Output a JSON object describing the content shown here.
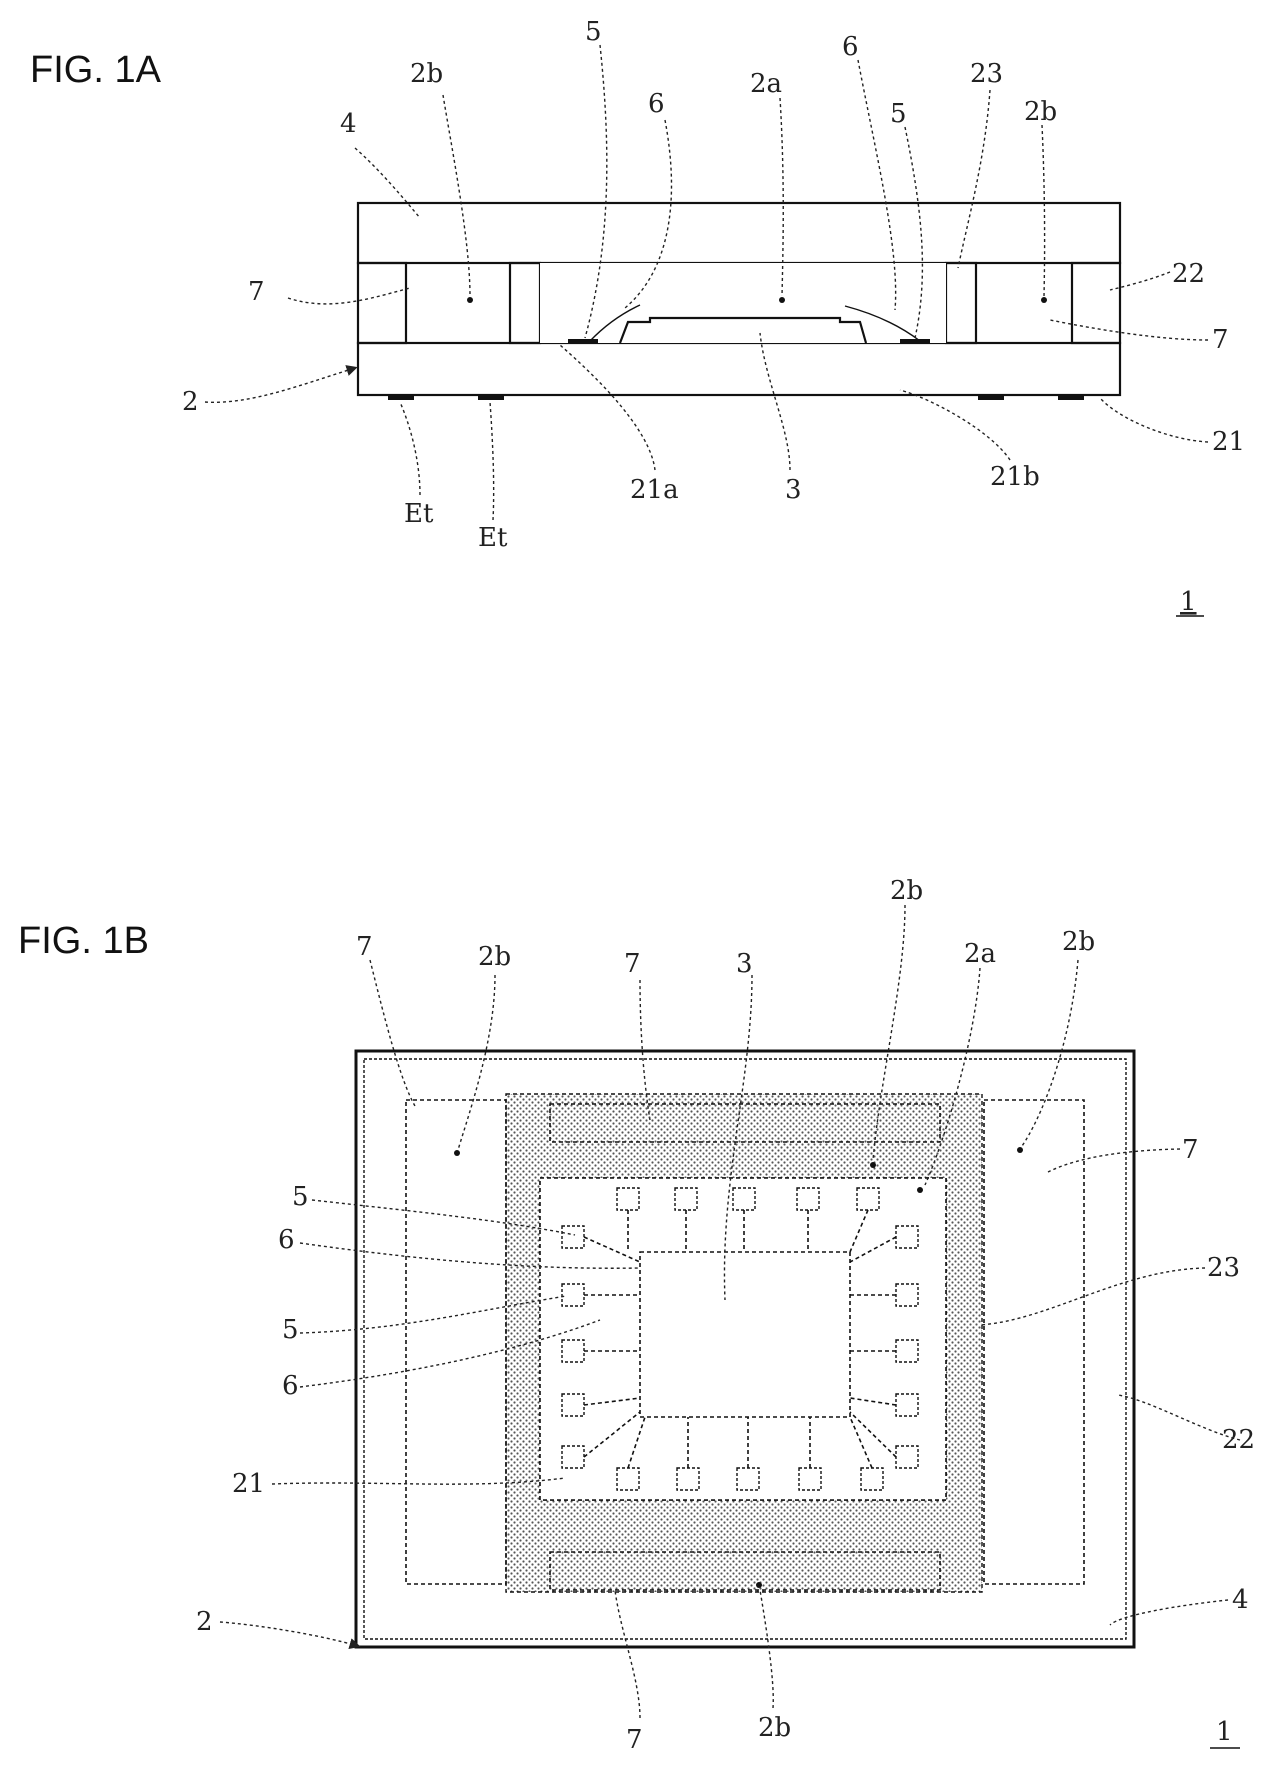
{
  "figures": [
    {
      "id": "fig1a",
      "title": "FIG. 1A",
      "sheet_ref": "1"
    },
    {
      "id": "fig1b",
      "title": "FIG. 1B",
      "sheet_ref": "1"
    }
  ],
  "fig1a_labels": {
    "r_2b_left": "2b",
    "r_4": "4",
    "r_5_left": "5",
    "r_6_left": "6",
    "r_2a": "2a",
    "r_6_right": "6",
    "r_5_right": "5",
    "r_23": "23",
    "r_2b_right": "2b",
    "r_22": "22",
    "r_7_left": "7",
    "r_7_right": "7",
    "r_2": "2",
    "r_21": "21",
    "r_21a": "21a",
    "r_3": "3",
    "r_21b": "21b",
    "r_et_1": "Et",
    "r_et_2": "Et"
  },
  "fig1b_labels": {
    "r_2b_top": "2b",
    "r_7_tl": "7",
    "r_2b_tl": "2b",
    "r_7_tc": "7",
    "r_3": "3",
    "r_2a": "2a",
    "r_2b_tr": "2b",
    "r_7_tr": "7",
    "r_5_a": "5",
    "r_6_a": "6",
    "r_5_b": "5",
    "r_6_b": "6",
    "r_23": "23",
    "r_22": "22",
    "r_21": "21",
    "r_2": "2",
    "r_4": "4",
    "r_7_bottom": "7",
    "r_2b_bottom": "2b"
  },
  "colors": {
    "ink": "#111111",
    "paper": "#ffffff"
  }
}
